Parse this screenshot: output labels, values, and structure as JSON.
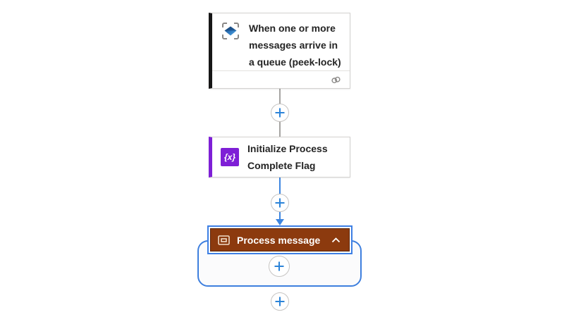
{
  "workflow": {
    "trigger": {
      "title": "When one or more messages arrive in a queue (peek-lock)",
      "icon": "service-bus-icon",
      "accent_color": "#171717",
      "footer_icon": "connection-icon"
    },
    "actions": [
      {
        "title": "Initialize Process Complete Flag",
        "icon": "variables-icon",
        "icon_text": "{x}",
        "accent_color": "#7e1fd6"
      },
      {
        "title": "Process message",
        "icon": "scope-icon",
        "header_color": "#8c3a0e",
        "border_color": "#5c250a",
        "selected": true,
        "collapse_icon": "chevron-up-icon"
      }
    ],
    "connectors": {
      "add_icon": "plus-icon",
      "gray_line_color": "#a6a4a2",
      "blue_line_color": "#3d85e0",
      "container_border_color": "#3e7fde",
      "plus_glyph_color": "#2b83d8"
    }
  }
}
